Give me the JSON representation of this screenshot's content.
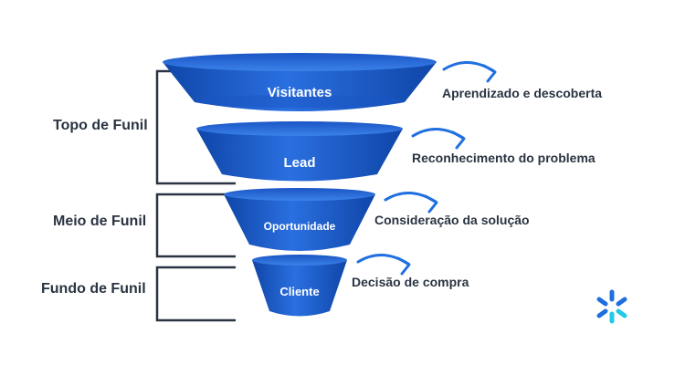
{
  "stages": [
    {
      "label": "Topo de Funil"
    },
    {
      "label": "Meio de Funil"
    },
    {
      "label": "Fundo de Funil"
    }
  ],
  "tiers": [
    {
      "label": "Visitantes",
      "description": "Aprendizado e descoberta"
    },
    {
      "label": "Lead",
      "description": "Reconhecimento do problema"
    },
    {
      "label": "Oportunidade",
      "description": "Consideração da solução"
    },
    {
      "label": "Cliente",
      "description": "Decisão de compra"
    }
  ],
  "colors": {
    "funnel_body": "#1a5fcf",
    "funnel_rim": "#5a9bf0",
    "funnel_inner": "#2563d6",
    "arrow": "#1f6fe0",
    "text_dark": "#2a3442",
    "logo_blue": "#1f6fe0",
    "logo_cyan": "#22c9e8"
  },
  "logo": {
    "icon": "asterisk-logo-icon"
  }
}
